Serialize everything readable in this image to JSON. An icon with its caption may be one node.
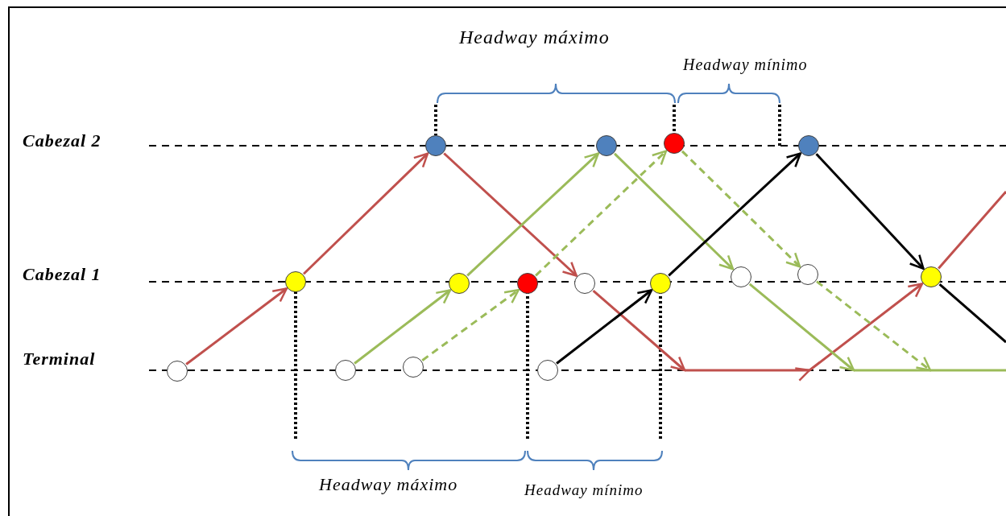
{
  "diagram": {
    "nodes": [
      {
        "text": [],
        "shape": "circle"
      },
      {
        "text": [],
        "shape": "circle"
      },
      {
        "text": [],
        "shape": "circle"
      },
      {
        "text": [],
        "shape": "circle"
      },
      {
        "text": [],
        "shape": "circle"
      },
      {
        "text": [],
        "shape": "circle"
      },
      {
        "text": [],
        "shape": "circle"
      },
      {
        "text": [],
        "shape": "circle"
      },
      {
        "text": [],
        "shape": "circle"
      },
      {
        "text": [],
        "shape": "circle"
      },
      {
        "text": [],
        "shape": "circle"
      },
      {
        "text": [],
        "shape": "circle"
      },
      {
        "text": [],
        "shape": "circle"
      },
      {
        "text": [],
        "shape": "circle"
      },
      {
        "text": [],
        "shape": "circle"
      },
      {
        "text": [],
        "shape": "circle"
      }
    ],
    "edges": [
      {
        "from": 12,
        "to": 4,
        "arrow": "to",
        "color": "#c0504d"
      },
      {
        "from": 4,
        "to": 0,
        "arrow": "to",
        "color": "#c0504d"
      },
      {
        "from": 0,
        "to": 7,
        "arrow": "to",
        "color": "#c0504d"
      },
      {
        "from": 7,
        "to": null,
        "arrow": "to",
        "color": "#c0504d"
      },
      {
        "from": null,
        "to": 11,
        "arrow": "to",
        "color": "#c0504d"
      },
      {
        "from": 11,
        "to": null,
        "arrow": "none",
        "color": "#c0504d"
      },
      {
        "from": 13,
        "to": 5,
        "arrow": "to",
        "color": "#9bbb59"
      },
      {
        "from": 5,
        "to": 1,
        "arrow": "to",
        "color": "#9bbb59"
      },
      {
        "from": 1,
        "to": 9,
        "arrow": "to",
        "color": "#9bbb59"
      },
      {
        "from": 9,
        "to": null,
        "arrow": "to",
        "color": "#9bbb59"
      },
      {
        "from": 14,
        "to": 6,
        "arrow": "to",
        "style": "dashed",
        "color": "#9bbb59"
      },
      {
        "from": 6,
        "to": 2,
        "arrow": "to",
        "style": "dashed",
        "color": "#9bbb59"
      },
      {
        "from": 2,
        "to": 10,
        "arrow": "to",
        "style": "dashed",
        "color": "#9bbb59"
      },
      {
        "from": 10,
        "to": null,
        "arrow": "to",
        "style": "dashed",
        "color": "#9bbb59"
      },
      {
        "from": 15,
        "to": 8,
        "arrow": "to",
        "color": "#000000"
      },
      {
        "from": 8,
        "to": 3,
        "arrow": "to",
        "color": "#000000"
      },
      {
        "from": 3,
        "to": 11,
        "arrow": "to",
        "color": "#000000"
      },
      {
        "from": 11,
        "to": null,
        "arrow": "none",
        "color": "#000000"
      }
    ],
    "labels": [
      "Headway máximo",
      "Headway mínimo",
      "Cabezal 2",
      "Cabezal 1",
      "Terminal",
      "Headway máximo",
      "Headway mínimo"
    ]
  }
}
